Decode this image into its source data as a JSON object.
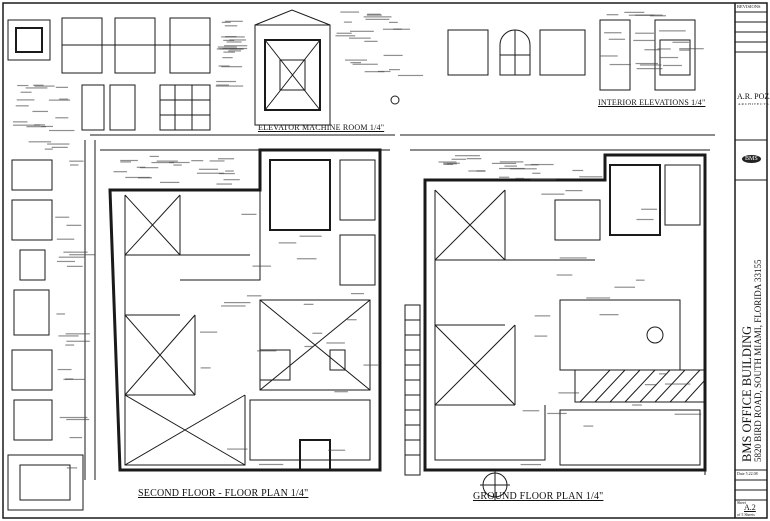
{
  "drawing": {
    "titles": {
      "elevator_machine_room": "ELEVATOR MACHINE ROOM 1/4\"",
      "interior_elevations": "INTERIOR ELEVATIONS 1/4\"",
      "second_floor": "SECOND FLOOR - FLOOR PLAN 1/4\"",
      "ground_floor": "GROUND FLOOR PLAN 1/4\""
    }
  },
  "title_block": {
    "revisions_label": "REVISIONS",
    "architect": "A.R. POZA",
    "architect_sub": "ARCHITECTS",
    "logo_text": "BMS",
    "project_name": "BMS OFFICE BUILDING",
    "project_address": "5820 BIRD ROAD, SOUTH MIAMI, FLORIDA 33155",
    "date_label": "Date",
    "date_value": "5.22.08",
    "sheet_label": "Sheet",
    "sheet_number": "A.2",
    "sheet_of": "of 5 Sheets"
  },
  "colors": {
    "ink": "#1a1a1a",
    "paper": "#ffffff"
  }
}
